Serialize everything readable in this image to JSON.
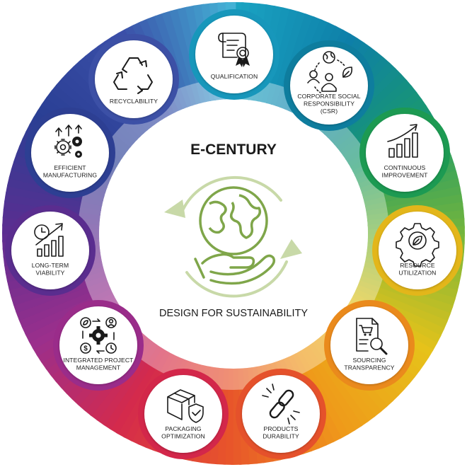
{
  "title": "E-CENTURY",
  "subtitle": "DESIGN FOR SUSTAINABILITY",
  "center_icon": "earth-in-hand-recycle-icon",
  "colors": {
    "center_green": "#7fa64a",
    "center_arrows": "#c6d7a6",
    "ring_spectrum": [
      "#1aa3c2",
      "#0e7fa8",
      "#1a9a6b",
      "#79b73a",
      "#e6c21a",
      "#ef9a1a",
      "#e8552a",
      "#d42a4c",
      "#9b2f8c",
      "#5b2e91",
      "#2a3f94",
      "#3b4fa8",
      "#44b8d8"
    ]
  },
  "nodes": [
    {
      "id": "qualification",
      "lines": [
        "QUALIFICATION"
      ],
      "icon": "certificate-icon",
      "color": "#1797bb"
    },
    {
      "id": "csr",
      "lines": [
        "CORPORATE SOCIAL",
        "RESPONSIBILITY",
        "(CSR)"
      ],
      "icon": "people-earth-leaf-icon",
      "color": "#0e7d9e"
    },
    {
      "id": "continuous-improvement",
      "lines": [
        "CONTINUOUS",
        "IMPROVEMENT"
      ],
      "icon": "growth-chart-icon",
      "color": "#1c9a52"
    },
    {
      "id": "resource-utilization",
      "lines": [
        "RESOURCE",
        "UTILIZATION"
      ],
      "icon": "gear-leaf-icon",
      "color": "#e3b61a"
    },
    {
      "id": "sourcing-transparency",
      "lines": [
        "SOURCING",
        "TRANSPARENCY"
      ],
      "icon": "cart-document-magnifier-icon",
      "color": "#ea8a1c"
    },
    {
      "id": "products-durability",
      "lines": [
        "PRODUCTS",
        "DURABILITY"
      ],
      "icon": "chain-link-icon",
      "color": "#e5512b"
    },
    {
      "id": "packaging-optimization",
      "lines": [
        "PACKAGING",
        "OPTIMIZATION"
      ],
      "icon": "box-shield-icon",
      "color": "#d3274a"
    },
    {
      "id": "integrated-project-management",
      "lines": [
        "INTEGRATED PROJECT",
        "MANAGEMENT"
      ],
      "icon": "gear-cycle-icon",
      "color": "#9a2c8a"
    },
    {
      "id": "long-term-viability",
      "lines": [
        "LONG-TERM",
        "VIABILITY"
      ],
      "icon": "clock-chart-icon",
      "color": "#5a2d8f"
    },
    {
      "id": "efficient-manufacturing",
      "lines": [
        "EFFICIENT",
        "MANUFACTURING"
      ],
      "icon": "gears-arrows-icon",
      "color": "#2d3f93"
    },
    {
      "id": "recyclability",
      "lines": [
        "RECYCLABILITY"
      ],
      "icon": "recycle-icon",
      "color": "#3c50a6"
    }
  ]
}
